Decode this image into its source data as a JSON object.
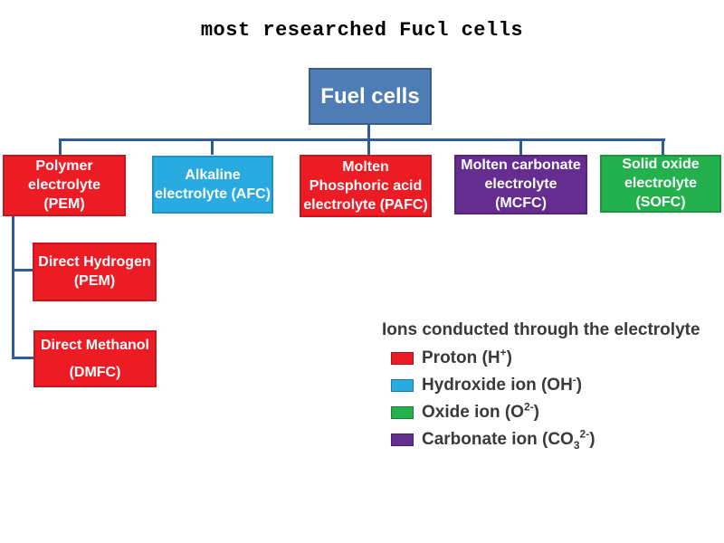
{
  "page_title": "most researched Fucl cells",
  "colors": {
    "connector": "#2e5c9e",
    "red": "#ed1c24",
    "cyan": "#29abe2",
    "green": "#22b14c",
    "purple": "#662d91",
    "root_blue": "#4e7cb5"
  },
  "root": {
    "label": "Fuel cells",
    "color": "#4e7cb5"
  },
  "branches": [
    {
      "lines": [
        "Polymer",
        "electrolyte",
        "(PEM)"
      ],
      "color": "#ed1c24"
    },
    {
      "lines": [
        "Alkaline",
        "electrolyte (AFC)"
      ],
      "color": "#29abe2"
    },
    {
      "lines": [
        "Molten",
        "Phosphoric acid",
        "electrolyte (PAFC)"
      ],
      "color": "#ed1c24"
    },
    {
      "lines": [
        "Molten carbonate",
        "electrolyte",
        "(MCFC)"
      ],
      "color": "#662d91"
    },
    {
      "lines": [
        "Solid oxide",
        "electrolyte",
        "(SOFC)"
      ],
      "color": "#22b14c"
    }
  ],
  "sub_branches": [
    {
      "lines": [
        "Direct Hydrogen",
        "(PEM)"
      ],
      "color": "#ed1c24"
    },
    {
      "lines": [
        "Direct Methanol",
        "(DMFC)"
      ],
      "color": "#ed1c24"
    }
  ],
  "legend": {
    "title": "Ions conducted through the electrolyte",
    "items": [
      {
        "color": "#ed1c24",
        "pre": "Proton (H",
        "sup": "+",
        "post": ")"
      },
      {
        "color": "#29abe2",
        "pre": "Hydroxide ion (OH",
        "sup": "-",
        "post": ")"
      },
      {
        "color": "#22b14c",
        "pre": "Oxide ion (O",
        "sup": "2-",
        "post": ")"
      },
      {
        "color": "#662d91",
        "pre": "Carbonate ion (CO",
        "sub": "3",
        "sup": "2-",
        "post": ")"
      }
    ]
  }
}
